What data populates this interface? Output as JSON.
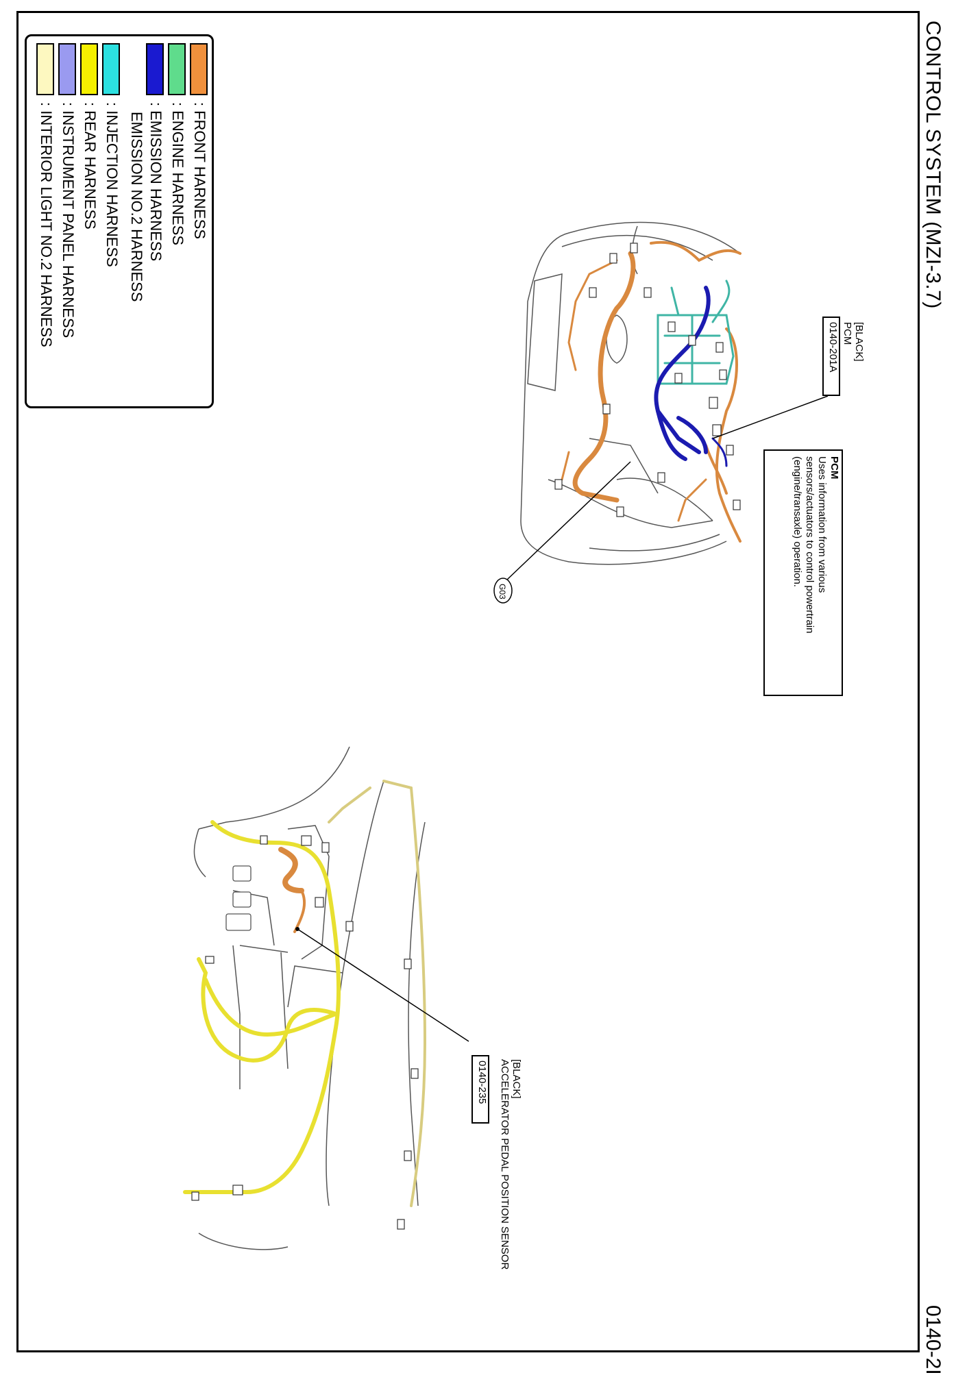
{
  "page": {
    "title": "CONTROL SYSTEM (MZI-3.7)",
    "page_number": "0140-2I"
  },
  "legend": {
    "items": [
      {
        "key": "front",
        "color": "#f0903c",
        "label": ": FRONT HARNESS"
      },
      {
        "key": "engine",
        "color": "#5fdc8c",
        "label": ": ENGINE HARNESS"
      },
      {
        "key": "emission",
        "color": "#1a1ad0",
        "label": ": EMISSION HARNESS"
      },
      {
        "key": "emission2",
        "color": "#1a1ad0",
        "label": "EMISSION NO.2 HARNESS"
      },
      {
        "key": "injection",
        "color": "#2ce0e0",
        "label": ": INJECTION HARNESS"
      },
      {
        "key": "rear",
        "color": "#f5f000",
        "label": ": REAR HARNESS"
      },
      {
        "key": "instrument",
        "color": "#9a9af0",
        "label": ": INSTRUMENT PANEL HARNESS"
      },
      {
        "key": "interior",
        "color": "#fdf8c0",
        "label": ": INTERIOR LIGHT NO.2 HARNESS"
      }
    ]
  },
  "callouts": {
    "pcm": {
      "color": "[BLACK]",
      "name": "PCM",
      "code": "0140-201A"
    },
    "pcm_desc": {
      "heading": "PCM",
      "lines": [
        "Uses information from various",
        "sensors/actuators to control powertrain",
        "(engine/transaxle) operation."
      ]
    },
    "ground": {
      "code": "G03"
    },
    "app_sensor": {
      "color": "[BLACK]",
      "name": "ACCELERATOR PEDAL POSITION SENSOR",
      "code": "0140-235"
    }
  },
  "colors": {
    "front": "#d9893f",
    "engine_teal": "#3fb5a5",
    "emission_blue": "#1b1bb0",
    "rear_yellow": "#e8e030",
    "interior_cream": "#d8cc80",
    "outline": "#555555"
  }
}
